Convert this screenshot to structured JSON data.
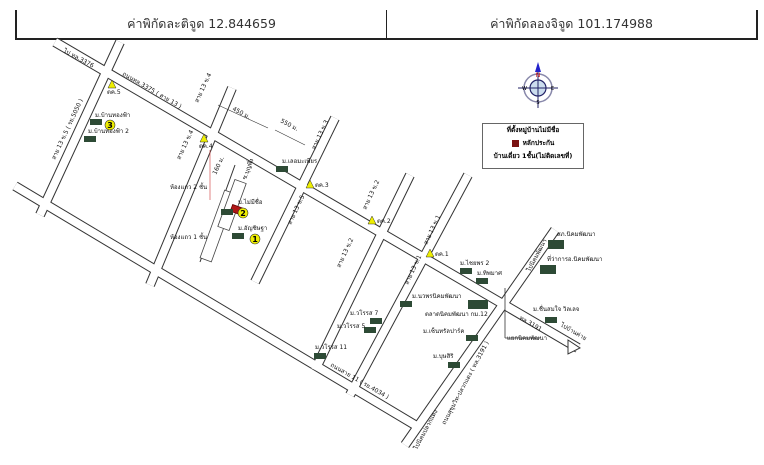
{
  "header": {
    "latitude": "ค่าพิกัดละติจูด 12.844659",
    "longitude": "ค่าพิกัดลองจิจูด 101.174988"
  },
  "legend": {
    "title": "ที่ตั้งหมู่บ้านไม่มีชื่อ",
    "collateral": "หลักประกัน",
    "house": "บ้านเดี่ยว 1ชั้น(ไม่ติดเลขที่)",
    "collateral_color": "#7a1212"
  },
  "compass": {
    "north": "N",
    "south": "S",
    "east": "E",
    "west": "W"
  },
  "roads": {
    "to3376": "ไป ทล.3376",
    "r5": "สาย 13 ข.5 ( รย.5050 )",
    "r4a": "สาย 13 ข.4",
    "r4b": "สาย 13 ข.4",
    "r3": "สาย 13 ข.3",
    "main": "ถนนทล.3375 ( สาย 13 )",
    "soi": "ซ.บุญพึ่ง",
    "r5b": "สาย 13 ข.5",
    "r2a": "สาย 13 ข.2",
    "r2b": "สาย 13 ข.2",
    "r1a": "สาย 13 ข.1",
    "r1b": "สาย 13 ข.1",
    "road11": "ถนนสาย 11 ( รย.4034 )",
    "sukhumvit": "ถนนสุขุมวิท-ปลวกแดง ( ทล.3191 )",
    "to_rayong": "ไปนิคมปลวกแดง",
    "to_pluak": "ไปบ้านค่าย",
    "tl3191": "ทล.3191",
    "to_nikhom": "ไปนิคมพัฒนา",
    "junction": "แยกนิคมพัฒนา"
  },
  "distances": {
    "d450": "450 ม.",
    "d550": "550 ม.",
    "d160": "160 ม."
  },
  "markers": {
    "c1": "ตค.1",
    "c2": "ตค.2",
    "c3": "ตค.3",
    "c4": "ตค.4",
    "c5": "ตค.5"
  },
  "places": {
    "v3": "ม.บ้านทองฟ้า",
    "v3b": "ม.บ้านทองฟ้า 2",
    "rowhouse2": "ห้องแถว 2 ชั้น",
    "rowhouse1": "ห้องแถว 1 ชั้น",
    "noname": "ม.ไม่มีชื่อ",
    "atchara": "ม.อัญชิษฐา",
    "lerm": "ม.เลอมะเพียร",
    "chaiyaphon": "ม.ไชยพร 2",
    "sapphasat": "ม.ทิพมาศ",
    "nawa": "ม.นวพรนิคมพัฒนา",
    "market": "ตลาดนิคมพัฒนา กม.12",
    "rorot7": "ม.วโรรส 7",
    "rorot5": "ม.วโรรส 5",
    "rorot11": "ม.วโรรส 11",
    "center": "ม.เซ็นทรัลปาร์ค",
    "bussiri": "ม.บุษสิริ",
    "police": "สภ.นิคมพัฒนา",
    "office": "ที่ว่าการอ.นิคมพัฒนา",
    "cheunsuk": "ม.ชื่นสมใจ วิลเลจ"
  },
  "numbers": {
    "n1": "1",
    "n2": "2",
    "n3": "3"
  }
}
